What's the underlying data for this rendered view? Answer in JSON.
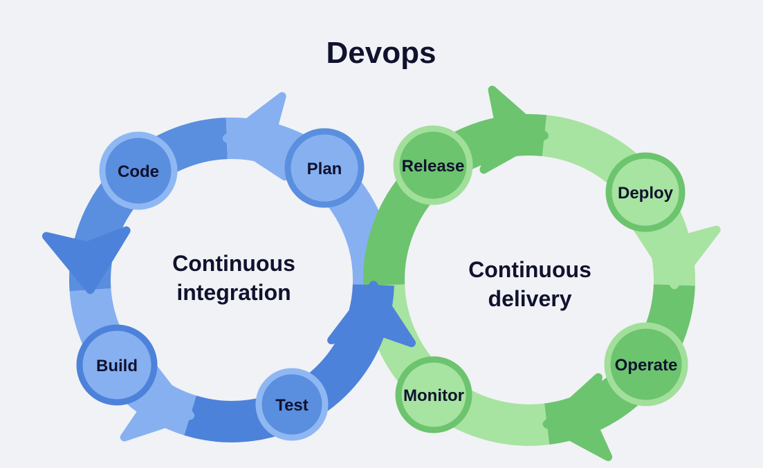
{
  "title": "Devops",
  "colors": {
    "background": "#f1f2f5",
    "text_dark": "#10122e",
    "blue_medium": "#5a8ede",
    "blue_light": "#87b0f1",
    "blue_dark": "#4d82da",
    "blue_ring_light": "#8fb7f3",
    "green_medium": "#6cc46e",
    "green_light": "#a7e3a1",
    "green_ring_light": "#a2df9b"
  },
  "left_loop": {
    "title_line1": "Continuous",
    "title_line2": "integration",
    "direction": "counterclockwise",
    "nodes": [
      {
        "label": "Plan"
      },
      {
        "label": "Code"
      },
      {
        "label": "Build"
      },
      {
        "label": "Test"
      }
    ]
  },
  "right_loop": {
    "title_line1": "Continuous",
    "title_line2": "delivery",
    "direction": "clockwise",
    "nodes": [
      {
        "label": "Release"
      },
      {
        "label": "Deploy"
      },
      {
        "label": "Operate"
      },
      {
        "label": "Monitor"
      }
    ]
  }
}
